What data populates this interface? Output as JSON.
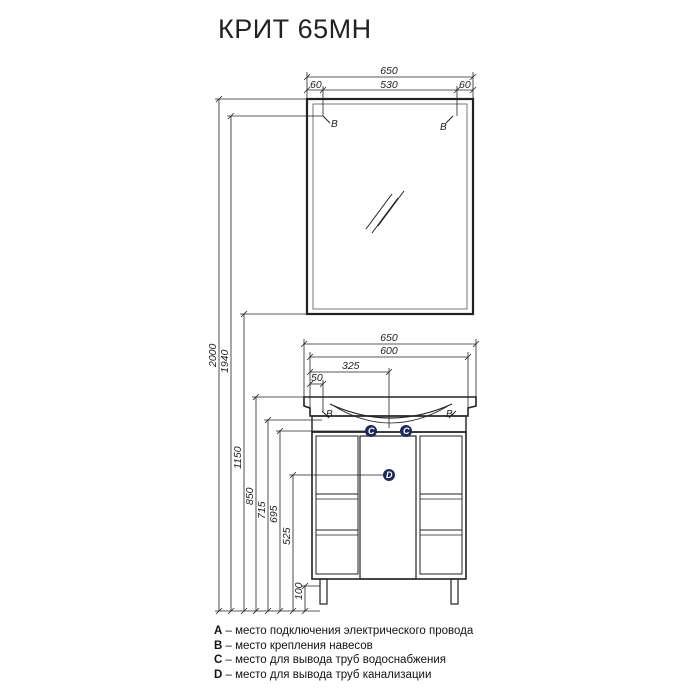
{
  "title": "КРИТ 65МН",
  "mirror": {
    "width_total": "650",
    "offset_left": "60",
    "inner_width": "530",
    "offset_right": "60",
    "mount_left": "B",
    "mount_right": "B"
  },
  "cabinet": {
    "width_total": "650",
    "width_inner": "600",
    "center_offset": "325",
    "side_offset": "50",
    "mount_left": "B",
    "mount_right": "B",
    "water_left": "C",
    "water_right": "C",
    "drain": "D"
  },
  "heights": [
    "2000",
    "1940",
    "1150",
    "850",
    "715",
    "695",
    "525",
    "100"
  ],
  "legend": [
    {
      "key": "A",
      "text": " – место подключения электрического провода"
    },
    {
      "key": "B",
      "text": " – место крепления навесов"
    },
    {
      "key": "C",
      "text": " – место для вывода труб водоснабжения"
    },
    {
      "key": "D",
      "text": " – место для вывода труб канализации"
    }
  ],
  "colors": {
    "marker": "#1f2a5c",
    "line": "#222222"
  }
}
